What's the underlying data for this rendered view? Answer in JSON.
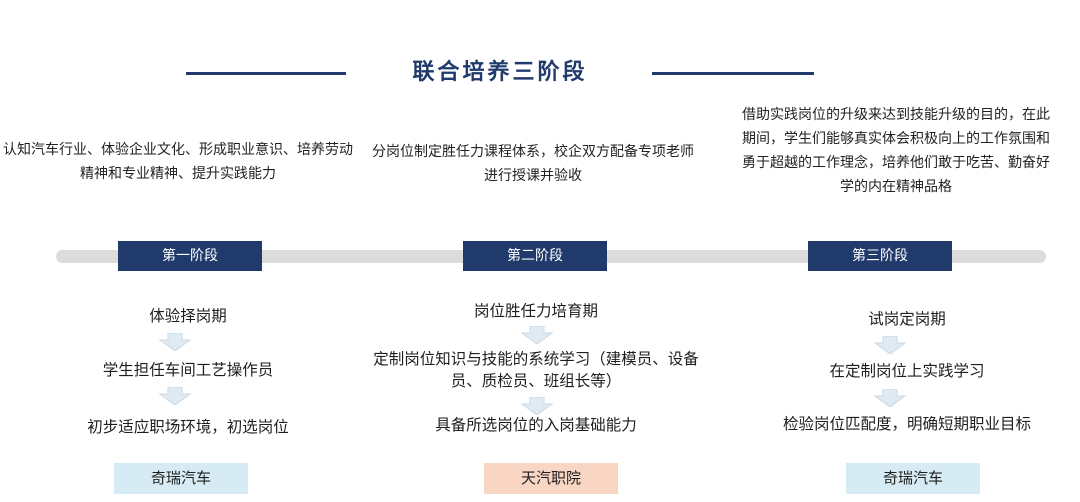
{
  "title": "联合培养三阶段",
  "stages": [
    {
      "label": "第一阶段",
      "description": "认知汽车行业、体验企业文化、形成职业意识、培养劳动精神和专业精神、提升实践能力",
      "steps": [
        "体验择岗期",
        "学生担任车间工艺操作员",
        "初步适应职场环境，初选岗位"
      ],
      "org": "奇瑞汽车",
      "org_color": "#d6ebf4"
    },
    {
      "label": "第二阶段",
      "description": "分岗位制定胜任力课程体系，校企双方配备专项老师进行授课并验收",
      "steps": [
        "岗位胜任力培育期",
        "定制岗位知识与技能的系统学习（建模员、设备员、质检员、班组长等）",
        "具备所选岗位的入岗基础能力"
      ],
      "org": "天汽职院",
      "org_color": "#f9d6c4"
    },
    {
      "label": "第三阶段",
      "description": "借助实践岗位的升级来达到技能升级的目的，在此期间，学生们能够真实体会积极向上的工作氛围和勇于超越的工作理念，培养他们敢于吃苦、勤奋好学的内在精神品格",
      "steps": [
        "试岗定岗期",
        "在定制岗位上实践学习",
        "检验岗位匹配度，明确短期职业目标"
      ],
      "org": "奇瑞汽车",
      "org_color": "#d6ebf4"
    }
  ],
  "colors": {
    "primary": "#1f3a6b",
    "timeline": "#dcdcdc",
    "arrow": "#dfeaf2"
  }
}
